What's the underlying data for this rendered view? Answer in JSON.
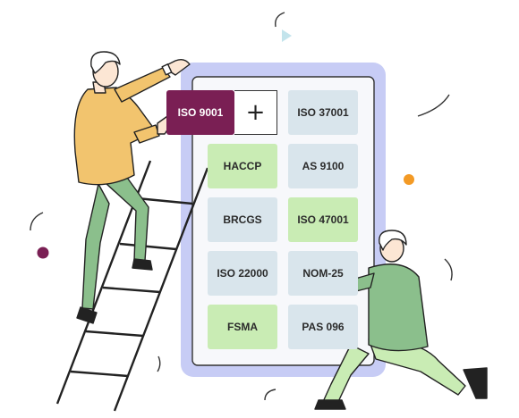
{
  "illustration": {
    "theme": "compliance-standards-selection",
    "colors": {
      "phone_frame": "#c7ccf5",
      "screen": "#f7f8fb",
      "tile_blue": "#d9e5ec",
      "tile_green": "#c9ecb4",
      "tile_selected": "#7a1f54",
      "accent_orange": "#f39a25",
      "accent_purple": "#7a1f54"
    },
    "selected_standard": "ISO 9001",
    "add_icon": "plus-icon",
    "standards": [
      {
        "label": "ISO 9001",
        "style": "selected"
      },
      {
        "label": "ISO 37001",
        "style": "blue"
      },
      {
        "label": "HACCP",
        "style": "green"
      },
      {
        "label": "AS 9100",
        "style": "blue"
      },
      {
        "label": "BRCGS",
        "style": "blue"
      },
      {
        "label": "ISO 47001",
        "style": "green"
      },
      {
        "label": "ISO 22000",
        "style": "blue"
      },
      {
        "label": "NOM-25",
        "style": "blue"
      },
      {
        "label": "FSMA",
        "style": "green"
      },
      {
        "label": "PAS 096",
        "style": "blue"
      }
    ]
  }
}
